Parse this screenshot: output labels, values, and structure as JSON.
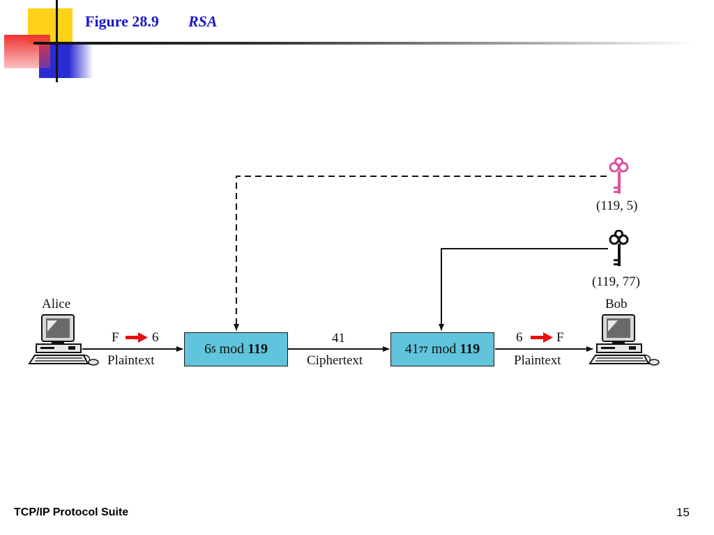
{
  "slide": {
    "title": "Figure 28.9",
    "subtitle": "RSA",
    "footer_left": "TCP/IP Protocol Suite",
    "page_number": "15"
  },
  "diagram": {
    "alice": {
      "label": "Alice"
    },
    "bob": {
      "label": "Bob"
    },
    "encrypt_box": {
      "base": "6",
      "exponent": "5",
      "op": "mod",
      "modulus": "119"
    },
    "decrypt_box": {
      "base": "41",
      "exponent": "77",
      "op": "mod",
      "modulus": "119"
    },
    "plaintext_in": {
      "from": "F",
      "to": "6",
      "label": "Plaintext"
    },
    "ciphertext": {
      "value": "41",
      "label": "Ciphertext"
    },
    "plaintext_out": {
      "from": "6",
      "to": "F",
      "label": "Plaintext"
    },
    "public_key": {
      "label": "(119, 5)",
      "color": "#e0509e"
    },
    "private_key": {
      "label": "(119, 77)",
      "color": "#111111"
    },
    "conversion_arrow_color": "#e81010",
    "box_color": "#5fc4dc"
  }
}
